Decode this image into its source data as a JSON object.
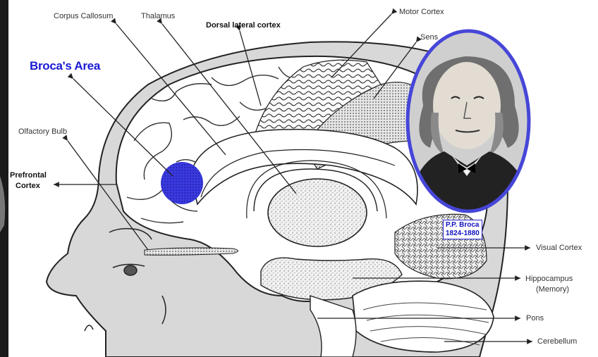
{
  "diagram": {
    "labels": {
      "corpus_callosum": "Corpus Callosum",
      "thalamus": "Thalamus",
      "dorsal_lateral_cortex": "Dorsal lateral cortex",
      "motor_cortex": "Motor Cortex",
      "sensory_cortex_partial": "Sens",
      "brocas_area": "Broca's Area",
      "olfactory_bulb": "Olfactory Bulb",
      "prefrontal_cortex_line1": "Prefrontal",
      "prefrontal_cortex_line2": "Cortex",
      "visual_cortex": "Visual Cortex",
      "hippocampus": "Hippocampus",
      "hippocampus_note": "(Memory)",
      "pons": "Pons",
      "cerebellum": "Cerebellum"
    },
    "portrait_caption": {
      "line1": "P.P. Broca",
      "line2": "1824-1880"
    },
    "colors": {
      "brocas_area_fill": "#3333dd",
      "portrait_border": "#5a5ae6",
      "label_blue": "#1a1ad6"
    }
  }
}
